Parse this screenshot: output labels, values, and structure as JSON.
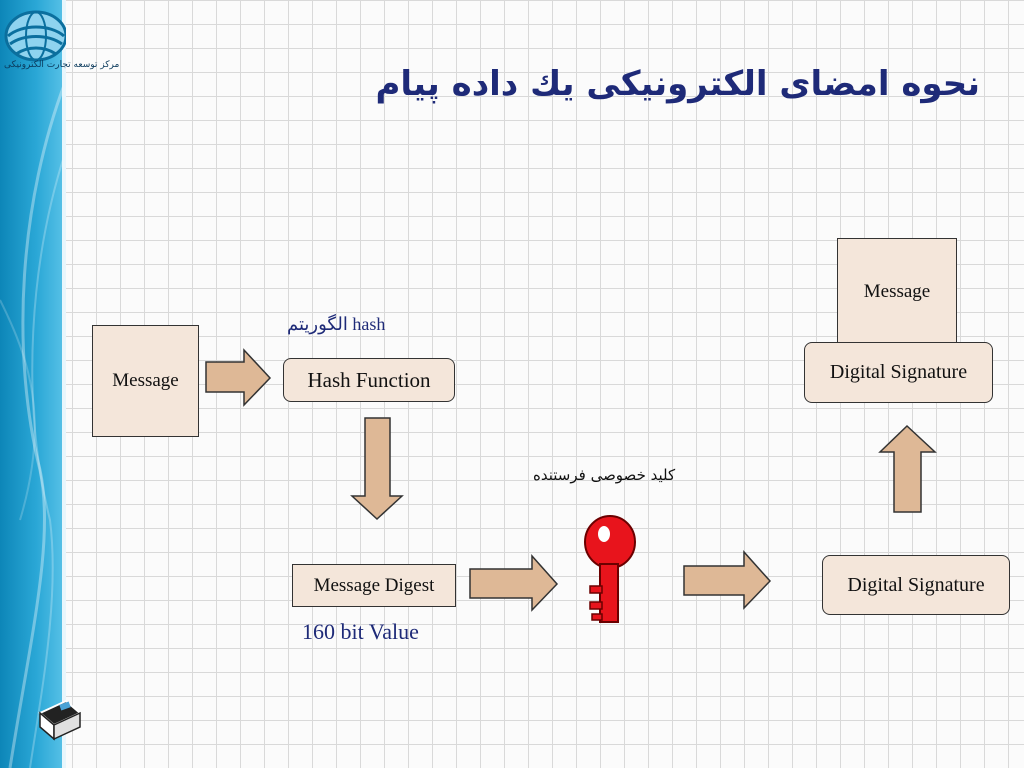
{
  "title": "نحوه امضاى الكترونيكى يك داده پيام",
  "logo_caption": "مرکز توسعه تجارت الکترونیکی",
  "diagram": {
    "message_left": "Message",
    "hash_function": "Hash Function",
    "hash_algorithm_label": "الگوريتم hash",
    "message_digest": "Message Digest",
    "bit_value": "160 bit Value",
    "private_key_label": "كليد خصوصى فرستنده",
    "digital_signature_bottom": "Digital Signature",
    "message_top": "Message",
    "digital_signature_top": "Digital Signature"
  },
  "colors": {
    "box_fill": "#f4e6da",
    "arrow_fill": "#deb896",
    "key_red": "#e8141c",
    "title_blue": "#1e2a78"
  }
}
